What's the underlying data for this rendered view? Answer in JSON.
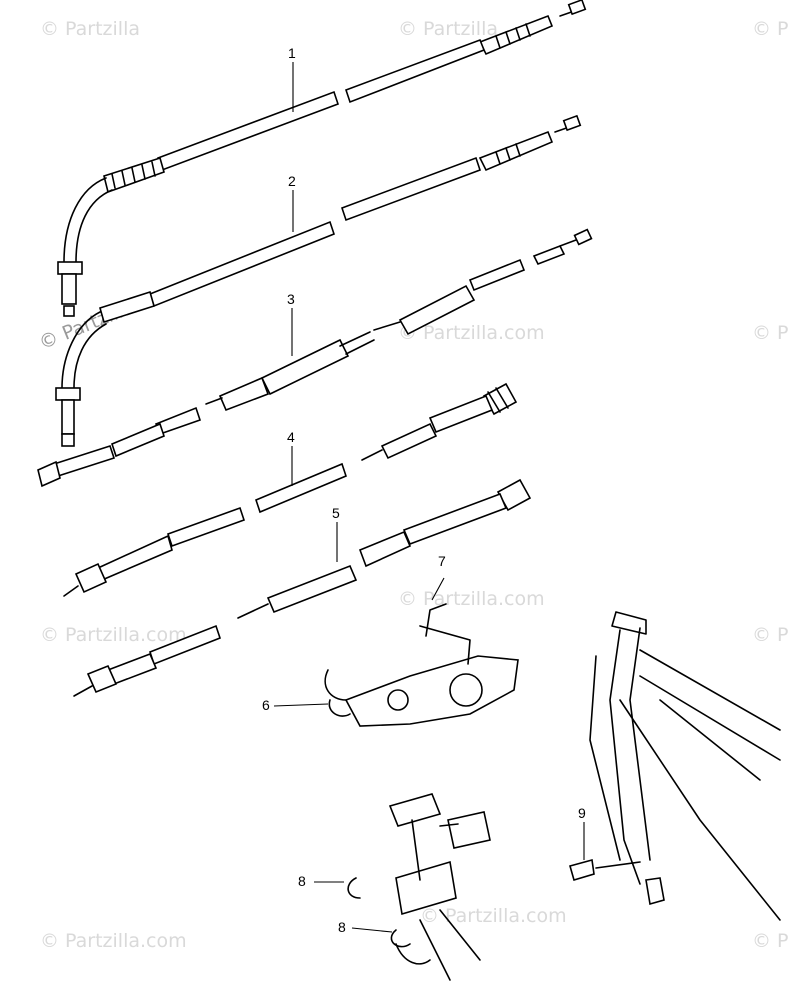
{
  "watermark": {
    "text": "© Partzilla.com",
    "short": "© Partzilla",
    "edge": "© P"
  },
  "callouts": {
    "c1": "1",
    "c2": "2",
    "c3": "3",
    "c4": "4",
    "c5": "5",
    "c6": "6",
    "c7": "7",
    "c8a": "8",
    "c8b": "8",
    "c9": "9"
  }
}
